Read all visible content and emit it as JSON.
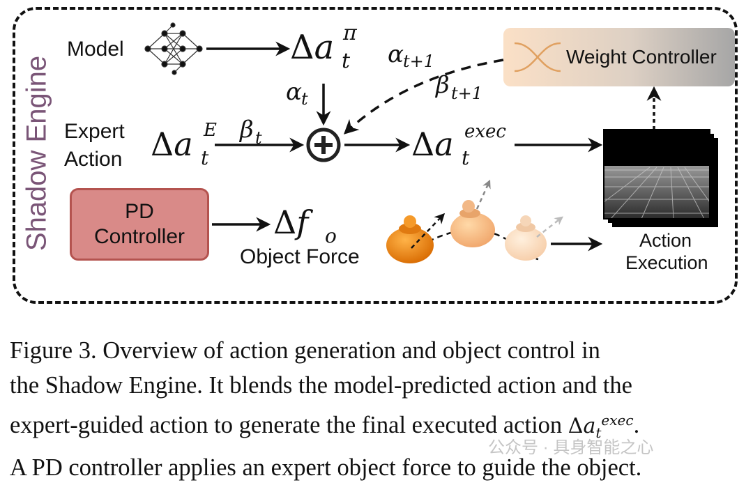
{
  "engine_title": "Shadow Engine",
  "labels": {
    "model": "Model",
    "expert_line1": "Expert",
    "expert_line2": "Action",
    "pd_line1": "PD",
    "pd_line2": "Controller",
    "object_force": "Object Force",
    "weight_controller": "Weight Controller",
    "action_exec_line1": "Action",
    "action_exec_line2": "Execution"
  },
  "math": {
    "delta": "Δ",
    "a": "a",
    "t": "t",
    "pi": "π",
    "E": "E",
    "exec": "exec",
    "f": "f",
    "o": "o",
    "alpha": "α",
    "beta": "β",
    "t_plus_1": "t+1",
    "plus": "+"
  },
  "caption": {
    "line1": "Figure 3.  Overview of action generation and object control in",
    "line2": "the Shadow Engine. It blends the model-predicted action and the",
    "line3": "expert-guided action to generate the final executed action",
    "line4": "A PD controller applies an expert object force to guide the object."
  },
  "watermark": "公众号 · 具身智能之心",
  "colors": {
    "engine_title": "#7a5577",
    "pd_fill": "#d98a88",
    "pd_border": "#b4534f",
    "object_orange": "#f08a1c"
  },
  "icons": [
    "neural-network-icon",
    "sum-circle-icon",
    "blend-curves-icon",
    "object-pawn-icon",
    "simulation-frames-icon"
  ]
}
